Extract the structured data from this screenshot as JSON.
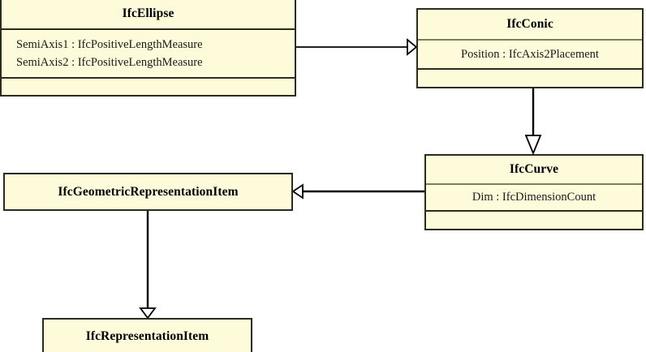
{
  "diagram": {
    "kind": "uml-class-diagram",
    "background_color": "#ffffff",
    "class_fill_color": "#fdfbd9",
    "class_border_color": "#2b2b1e",
    "separator_color": "#807e55"
  },
  "classes": {
    "ifcellipse": {
      "name": "IfcEllipse",
      "attributes": [
        "SemiAxis1 : IfcPositiveLengthMeasure",
        "SemiAxis2 : IfcPositiveLengthMeasure"
      ],
      "operations": []
    },
    "ifcconic": {
      "name": "IfcConic",
      "attributes": [
        "Position : IfcAxis2Placement"
      ],
      "operations": []
    },
    "ifccurve": {
      "name": "IfcCurve",
      "attributes": [
        "Dim : IfcDimensionCount"
      ],
      "operations": []
    },
    "ifcgeometricrepresentationitem": {
      "name": "IfcGeometricRepresentationItem",
      "attributes": [],
      "operations": []
    },
    "ifcrepresentationitem": {
      "name": "IfcRepresentationItem",
      "attributes": [],
      "operations": []
    }
  },
  "relationships": [
    {
      "type": "generalization",
      "from": "IfcEllipse",
      "to": "IfcConic",
      "arrowhead": "hollow-triangle",
      "direction": "right"
    },
    {
      "type": "generalization",
      "from": "IfcConic",
      "to": "IfcCurve",
      "arrowhead": "hollow-triangle",
      "direction": "down"
    },
    {
      "type": "generalization",
      "from": "IfcCurve",
      "to": "IfcGeometricRepresentationItem",
      "arrowhead": "hollow-triangle",
      "direction": "left"
    },
    {
      "type": "generalization",
      "from": "IfcGeometricRepresentationItem",
      "to": "IfcRepresentationItem",
      "arrowhead": "hollow-triangle",
      "direction": "down"
    }
  ]
}
